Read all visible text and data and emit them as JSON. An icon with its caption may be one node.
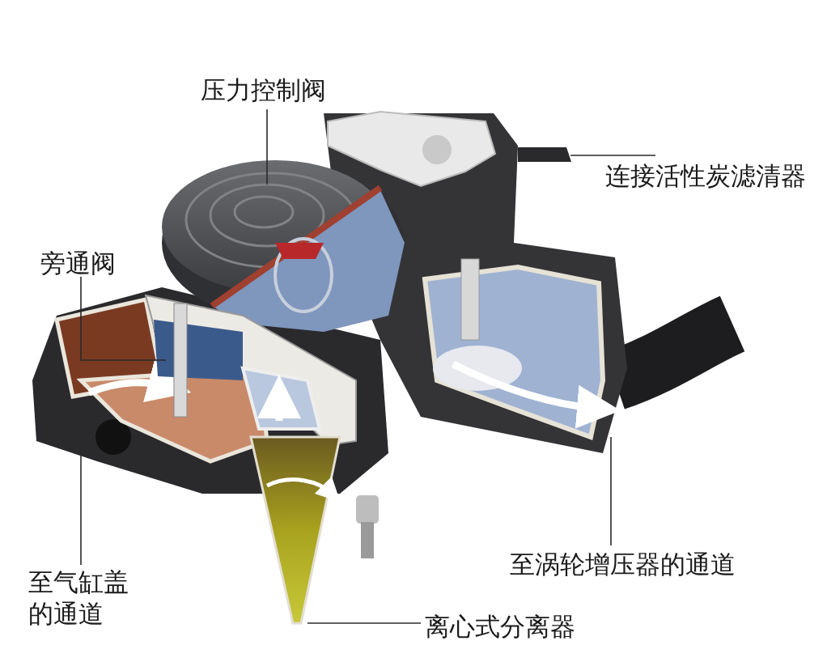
{
  "diagram": {
    "nodes": [
      {
        "text": [
          "压力控制阀"
        ]
      },
      {
        "text": [
          "连接活性炭滤清器"
        ]
      },
      {
        "text": [
          "旁通阀"
        ]
      },
      {
        "text": [
          "至涡轮增压器的通道"
        ]
      },
      {
        "text": [
          "至气缸盖的通道"
        ]
      },
      {
        "text": [
          "离心式分离器"
        ]
      }
    ],
    "edges": [
      {
        "from": 0,
        "to": null,
        "arrow": "none"
      },
      {
        "from": 1,
        "to": null,
        "arrow": "none"
      },
      {
        "from": 2,
        "to": null,
        "arrow": "none"
      },
      {
        "from": 3,
        "to": null,
        "arrow": "none"
      },
      {
        "from": 4,
        "to": null,
        "arrow": "none"
      },
      {
        "from": 5,
        "to": null,
        "arrow": "none"
      }
    ]
  }
}
